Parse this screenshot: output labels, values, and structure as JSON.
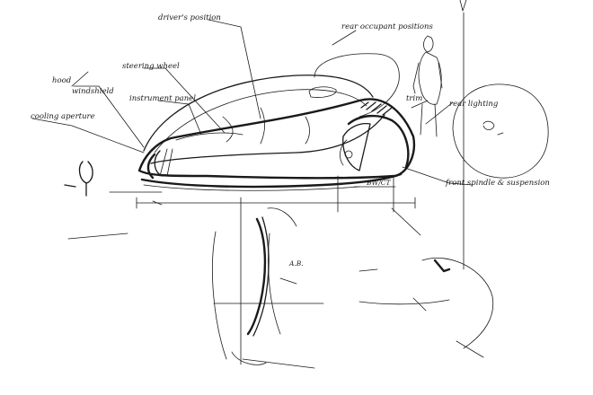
{
  "labels": {
    "driver_position": "driver's position",
    "rear_occupant_positions": "rear occupant positions",
    "steering_wheel": "steering wheel",
    "hood": "hood",
    "windshield": "windshield",
    "instrument_panel": "instrument panel",
    "cooling_aperture": "cooling aperture",
    "trim": "trim",
    "rear_lighting": "rear lighting",
    "dimension": "BW/CT",
    "front_spindle_suspension": "front spindle & suspension",
    "small_note": "A.B."
  }
}
